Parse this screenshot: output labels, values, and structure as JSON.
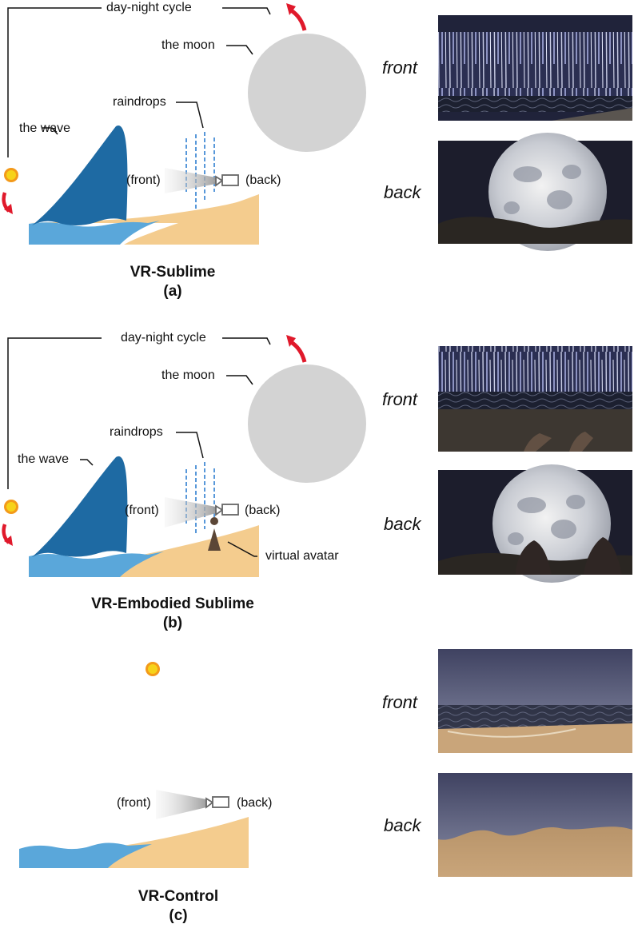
{
  "panels": [
    {
      "id": "a",
      "caption_title": "VR-Sublime",
      "caption_letter": "(a)",
      "labels": {
        "cycle": "day-night cycle",
        "moon": "the moon",
        "raindrops": "raindrops",
        "wave": "the wave",
        "front": "(front)",
        "back": "(back)"
      },
      "views": [
        "front",
        "back"
      ]
    },
    {
      "id": "b",
      "caption_title": "VR-Embodied Sublime",
      "caption_letter": "(b)",
      "labels": {
        "cycle": "day-night cycle",
        "moon": "the moon",
        "raindrops": "raindrops",
        "wave": "the wave",
        "front": "(front)",
        "back": "(back)",
        "avatar": "virtual avatar"
      },
      "views": [
        "front",
        "back"
      ]
    },
    {
      "id": "c",
      "caption_title": "VR-Control",
      "caption_letter": "(c)",
      "labels": {
        "front": "(front)",
        "back": "(back)"
      },
      "views": [
        "front",
        "back"
      ]
    }
  ],
  "colors": {
    "wave": "#1e6aa3",
    "water": "#5aa7da",
    "sand": "#f4cc8e",
    "moon": "#d3d3d3",
    "arrow": "#e0192b",
    "sun": "#f6c21a",
    "raindrop": "#2f7fd0",
    "night_sky": "#1f2135",
    "dusk_sky": "#4a4d6a"
  }
}
